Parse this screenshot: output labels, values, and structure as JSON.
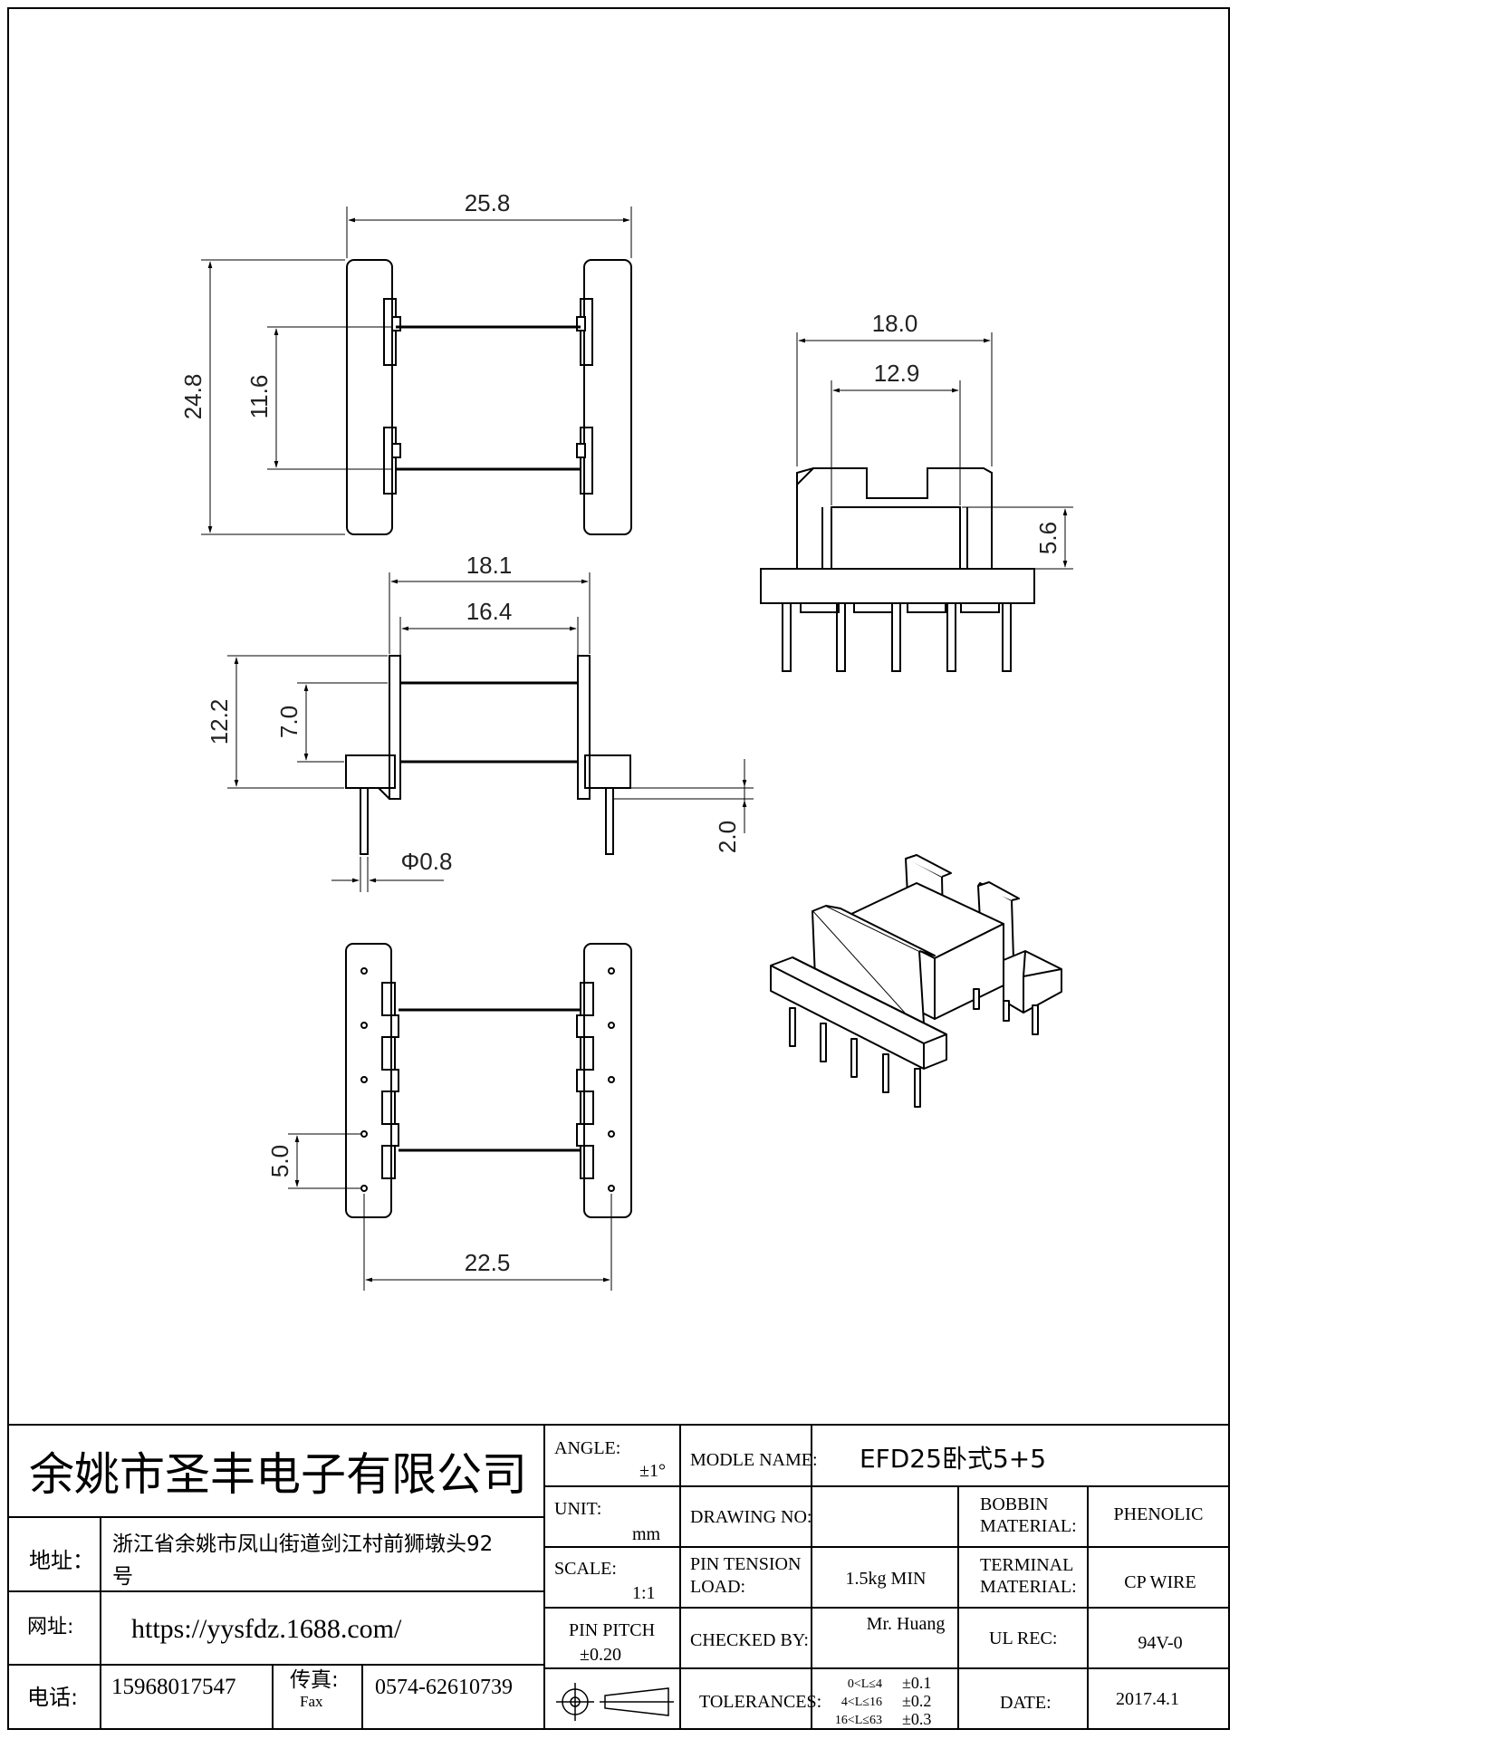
{
  "dimensions": {
    "top_width": "25.8",
    "top_height": "24.8",
    "top_inner": "11.6",
    "front_outer": "18.0",
    "front_inner": "12.9",
    "front_slot": "5.6",
    "side_outer": "18.1",
    "side_inner": "16.4",
    "side_height": "12.2",
    "side_core": "7.0",
    "pin_gap": "2.0",
    "pin_dia": "Φ0.8",
    "pin_pitch": "5.0",
    "pin_span": "22.5"
  },
  "title_block": {
    "company": "余姚市圣丰电子有限公司",
    "address_label": "地址：",
    "address_line1": "浙江省余姚市凤山街道剑江村前狮墩头92",
    "address_line2": "号",
    "web_label": "网址:",
    "web_url": "https://yysfdz.1688.com/",
    "phone_label": "电话:",
    "phone": "15968017547",
    "fax_label": "传真:",
    "fax_label_en": "Fax",
    "fax": "0574-62610739",
    "angle_label": "ANGLE:",
    "angle_value": "±1°",
    "unit_label": "UNIT:",
    "unit_value": "mm",
    "scale_label": "SCALE:",
    "scale_value": "1:1",
    "pin_pitch_label": "PIN PITCH",
    "pin_pitch_value": "±0.20",
    "model_label": "MODLE NAME:",
    "model_value": "EFD25卧式5+5",
    "drawing_no_label": "DRAWING NO:",
    "drawing_no_value": "",
    "bobbin_label_1": "BOBBIN",
    "bobbin_label_2": "MATERIAL:",
    "bobbin_value": "PHENOLIC",
    "tension_label_1": "PIN TENSION",
    "tension_label_2": "LOAD:",
    "tension_value": "1.5kg MIN",
    "terminal_label_1": "TERMINAL",
    "terminal_label_2": "MATERIAL:",
    "terminal_value": "CP WIRE",
    "checked_label": "CHECKED  BY:",
    "checked_value": "Mr. Huang",
    "ul_label": "UL REC:",
    "ul_value": "94V-0",
    "tolerances_label": "TOLERANCES:",
    "tol_range_1": "0<L≤4",
    "tol_value_1": "±0.1",
    "tol_range_2": "4<L≤16",
    "tol_value_2": "±0.2",
    "tol_range_3": "16<L≤63",
    "tol_value_3": "±0.3",
    "date_label": "DATE:",
    "date_value": "2017.4.1"
  }
}
